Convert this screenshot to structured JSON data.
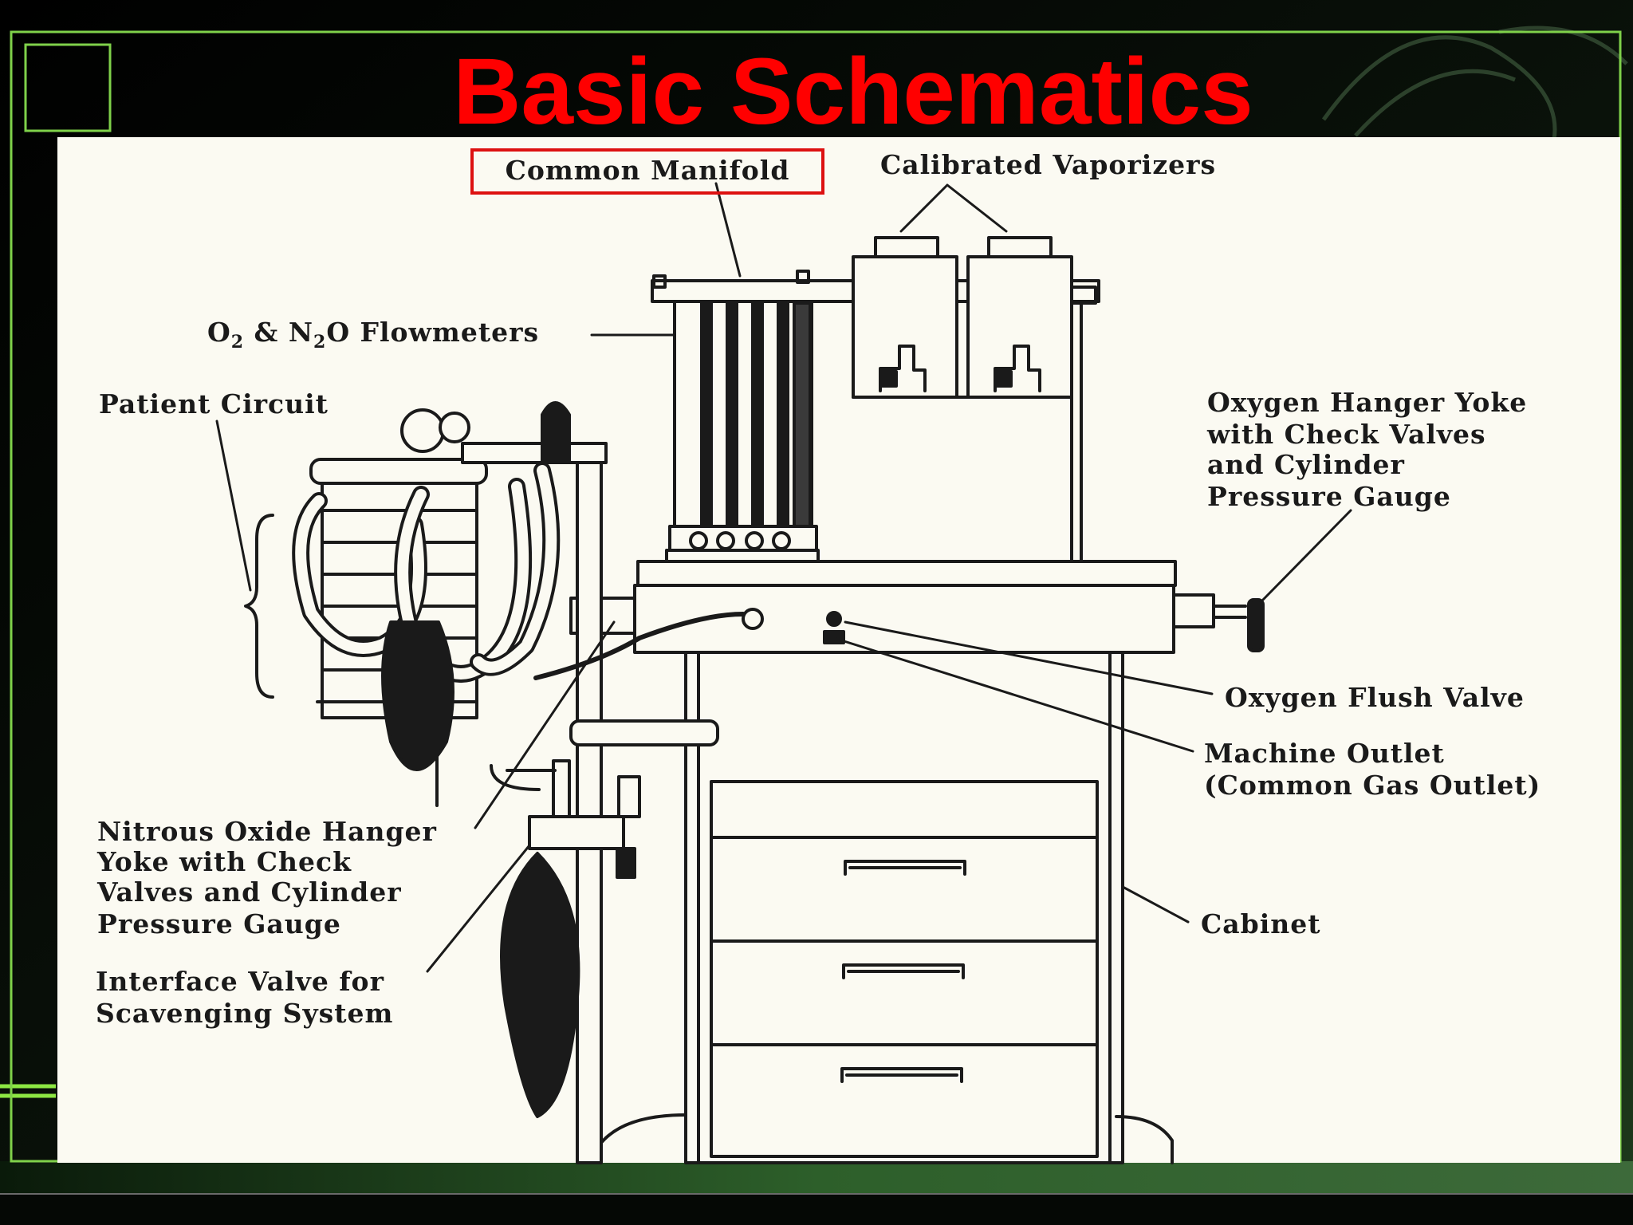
{
  "slide": {
    "title": "Basic Schematics",
    "accent_color": "#ff0000",
    "frame_color": "#7fd14a"
  },
  "diagram": {
    "labels": {
      "common_manifold": "Common Manifold",
      "calibrated_vaporizers": "Calibrated Vaporizers",
      "flowmeters_prefix": "O",
      "flowmeters_sub1": "2",
      "flowmeters_mid": " & N",
      "flowmeters_sub2": "2",
      "flowmeters_suffix": "O Flowmeters",
      "patient_circuit": "Patient Circuit",
      "oxygen_yoke": [
        "Oxygen Hanger Yoke",
        "with Check Valves",
        "and Cylinder",
        "Pressure Gauge"
      ],
      "oxygen_flush_valve": "Oxygen Flush Valve",
      "machine_outlet": [
        "Machine Outlet",
        "(Common Gas Outlet)"
      ],
      "nitrous_yoke": [
        "Nitrous Oxide Hanger",
        "Yoke with Check",
        "Valves and Cylinder",
        "Pressure Gauge"
      ],
      "interface_valve": [
        "Interface Valve for",
        "Scavenging System"
      ],
      "cabinet": "Cabinet"
    }
  }
}
